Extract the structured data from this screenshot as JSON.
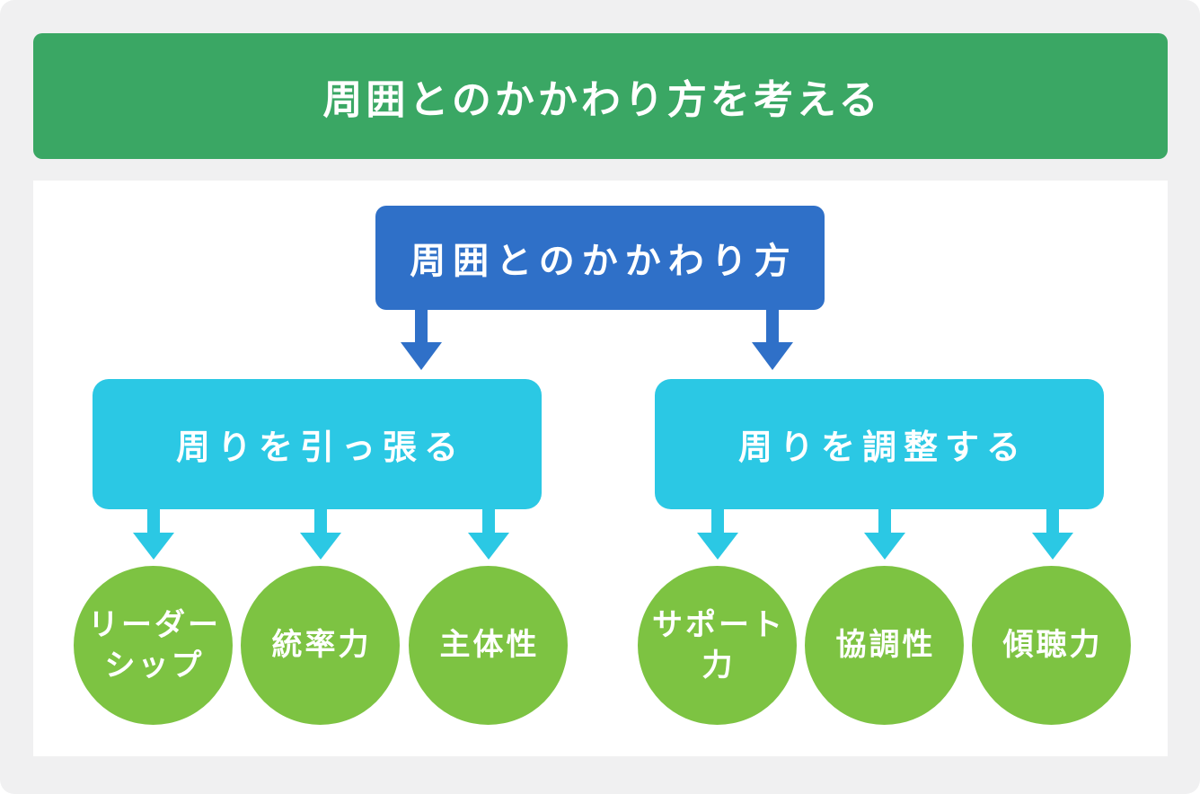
{
  "page": {
    "background_color": "#f0f0f1",
    "panel_background_color": "#ffffff"
  },
  "header": {
    "title": "周囲とのかかわり方を考える",
    "background_color": "#3aa764",
    "text_color": "#ffffff"
  },
  "diagram": {
    "root": {
      "label": "周囲とのかかわり方",
      "background_color": "#2f70c8"
    },
    "arrow_colors": {
      "level1": "#2f70c8",
      "level2": "#2bc8e4"
    },
    "node_color": "#7dc342",
    "branches": [
      {
        "label": "周りを引っ張る",
        "background_color": "#2bc8e4",
        "children": [
          {
            "label": "リーダーシップ",
            "lines": [
              "リーダー",
              "シップ"
            ]
          },
          {
            "label": "統率力",
            "lines": [
              "統率力"
            ]
          },
          {
            "label": "主体性",
            "lines": [
              "主体性"
            ]
          }
        ]
      },
      {
        "label": "周りを調整する",
        "background_color": "#2bc8e4",
        "children": [
          {
            "label": "サポート力",
            "lines": [
              "サポート",
              "力"
            ]
          },
          {
            "label": "協調性",
            "lines": [
              "協調性"
            ]
          },
          {
            "label": "傾聴力",
            "lines": [
              "傾聴力"
            ]
          }
        ]
      }
    ]
  }
}
